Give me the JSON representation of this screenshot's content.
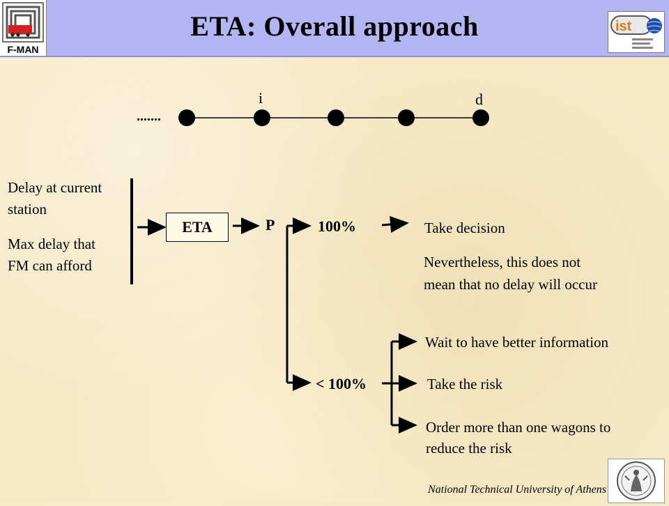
{
  "header": {
    "title": "ETA: Overall approach",
    "left_logo_text": "F-MAN",
    "right_logo_text": "ist"
  },
  "timeline": {
    "dots_label": ".......",
    "label_i": "i",
    "label_d": "d"
  },
  "inputs": {
    "delay_line1": "Delay at current",
    "delay_line2": "station",
    "max_line1": "Max delay that",
    "max_line2": "FM can afford"
  },
  "flow": {
    "eta_box": "ETA",
    "p_label": "P",
    "full": "100%",
    "less": "< 100%"
  },
  "outcomes": {
    "take_decision": "Take decision",
    "nevertheless_line1": "Nevertheless, this does not",
    "nevertheless_line2": "mean that no delay will occur",
    "wait": "Wait to have better information",
    "take_risk": "Take the risk",
    "order_line1": "Order more than one wagons to",
    "order_line2": "reduce the risk"
  },
  "footer": {
    "institution": "National Technical University of Athens"
  },
  "colors": {
    "header_bg": "#b3b6f2",
    "slide_bg": "#f6e9c6"
  }
}
